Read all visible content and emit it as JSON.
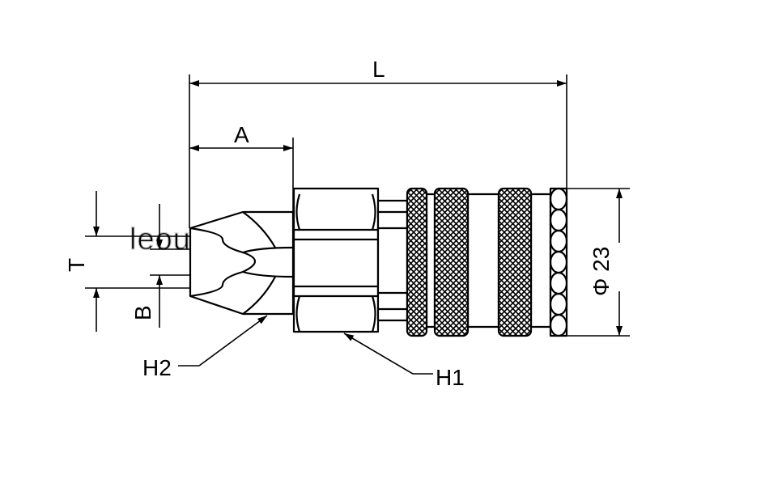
{
  "dimensions": {
    "overall_length": "L",
    "insert_depth": "A",
    "thread": "T",
    "bore": "B",
    "diameter": "Φ 23"
  },
  "callouts": {
    "hex_1": "H1",
    "hex_2": "H2"
  },
  "watermark": "leouyn-coupler.com.tw"
}
